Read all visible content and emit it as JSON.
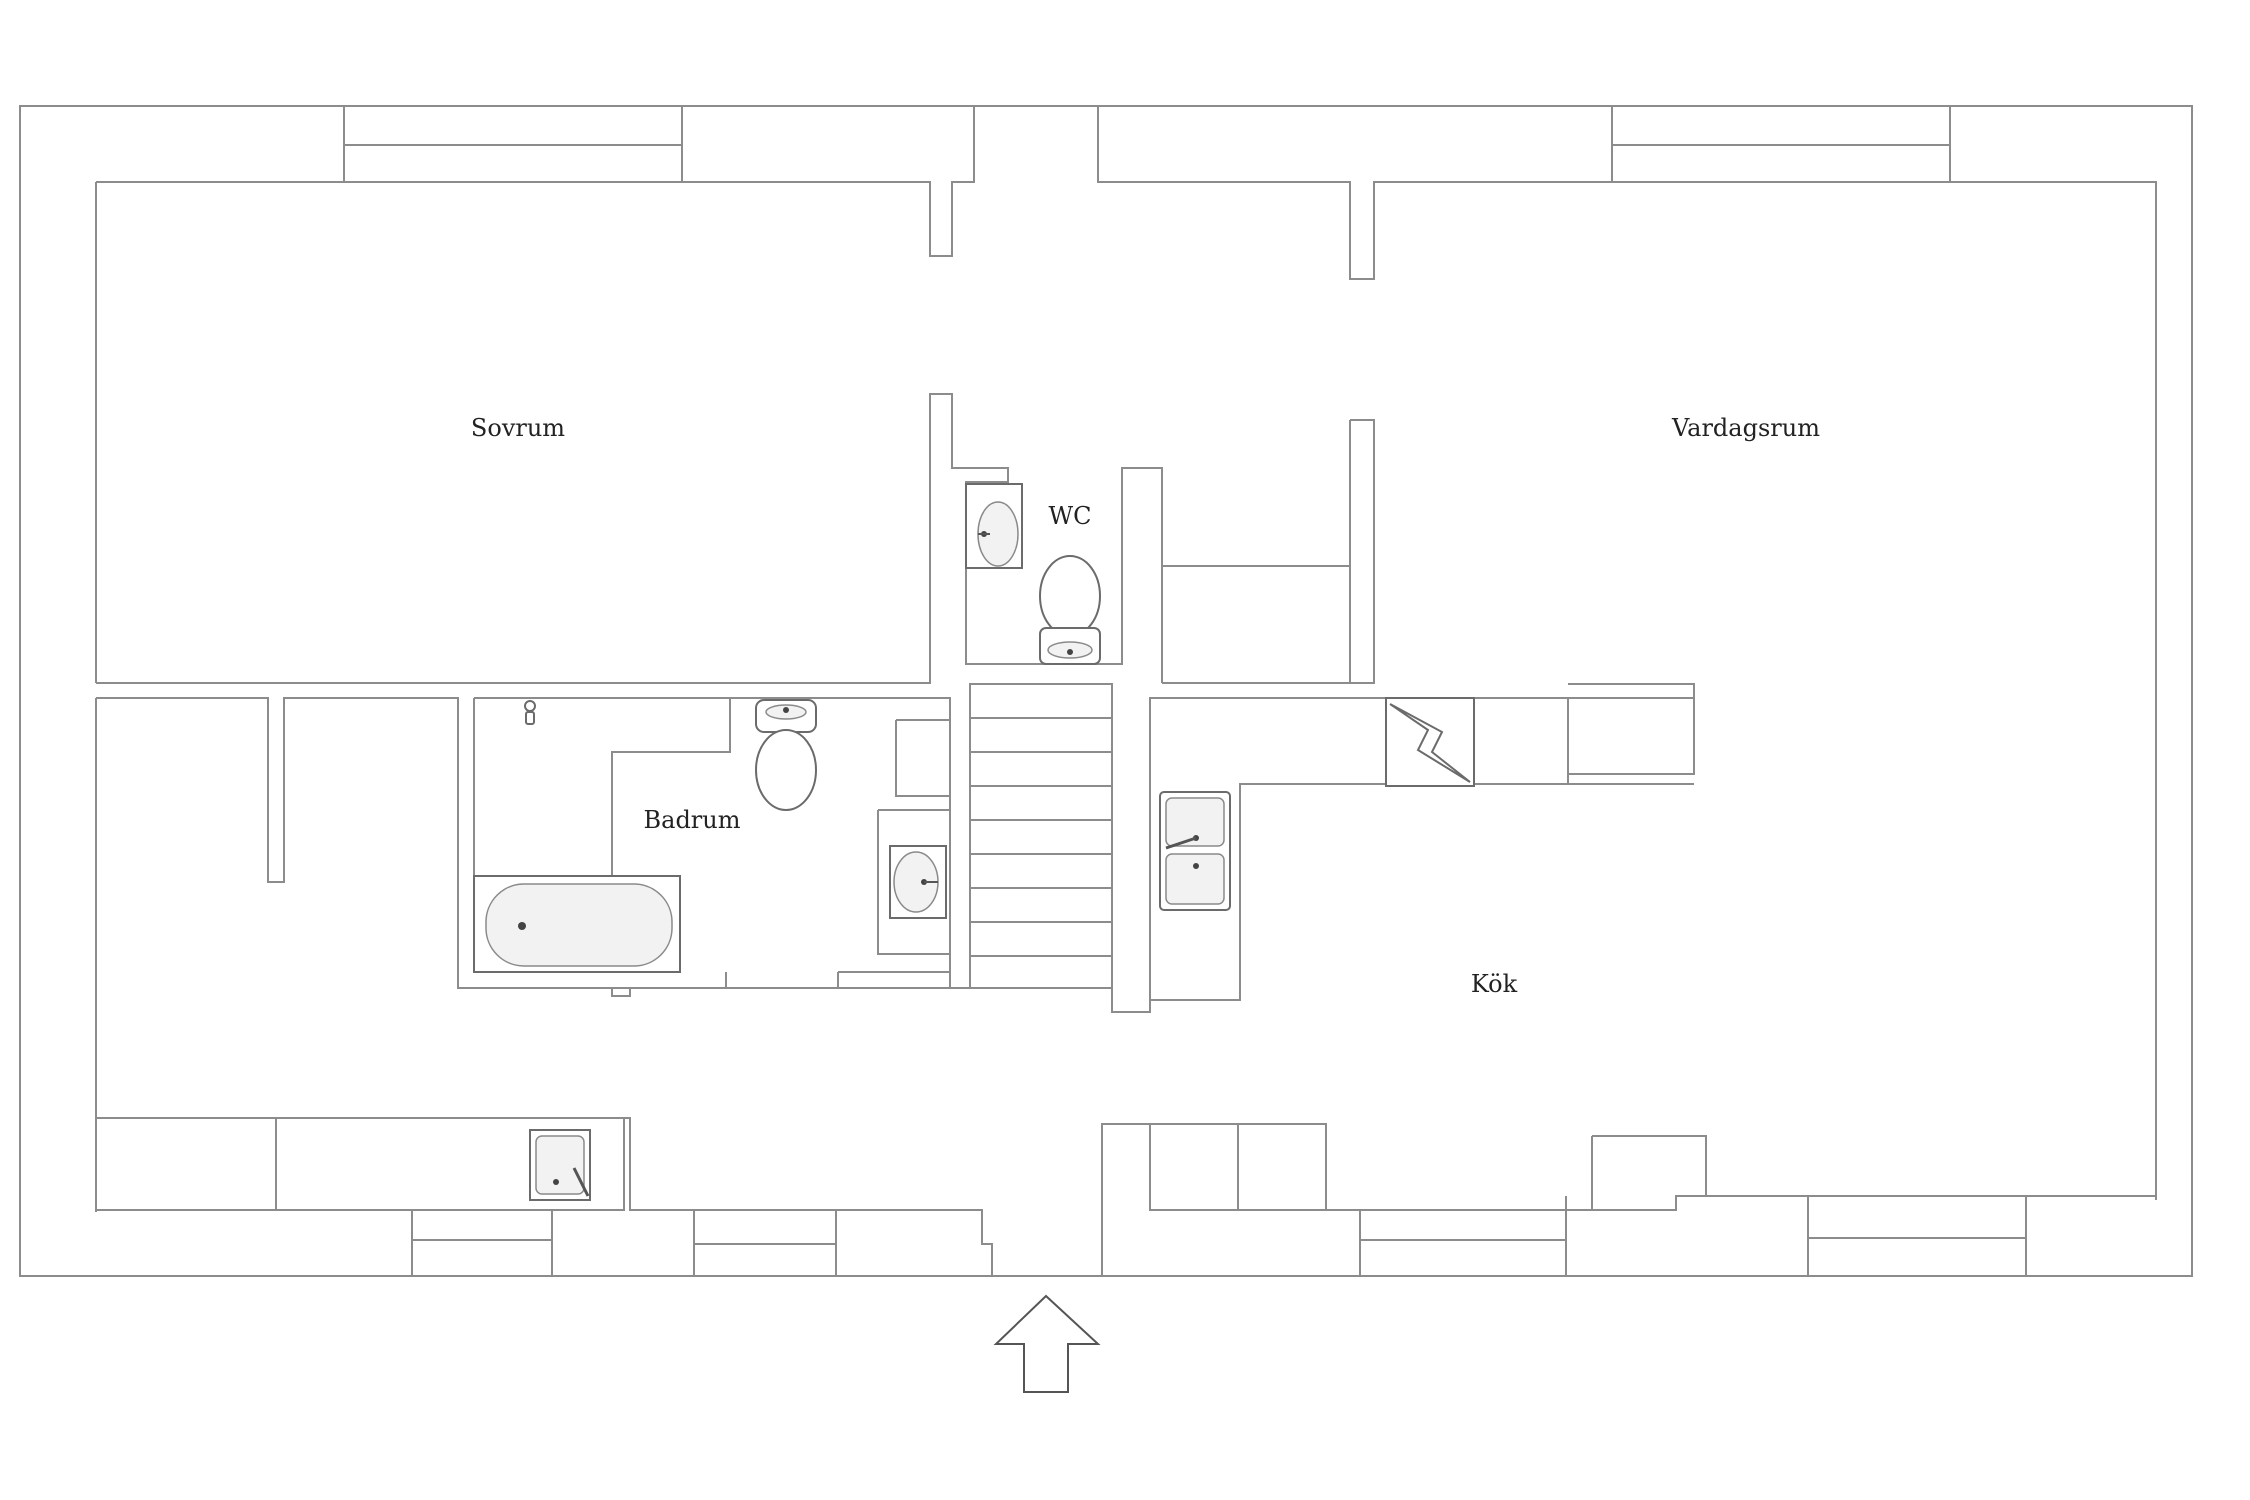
{
  "rooms": {
    "sovrum": "Sovrum",
    "vardagsrum": "Vardagsrum",
    "wc": "WC",
    "badrum": "Badrum",
    "kok": "Kök"
  },
  "icons": {
    "entrance": "entrance-arrow-icon",
    "stove": "stove-icon",
    "bathtub": "bathtub-icon",
    "toilet": "toilet-icon",
    "sink": "sink-icon",
    "kitchen_sink": "double-sink-icon"
  },
  "colors": {
    "wall_line": "#8c8c8c",
    "fixture_line": "#6b6b6b",
    "background": "#ffffff",
    "label_text": "#222222"
  }
}
